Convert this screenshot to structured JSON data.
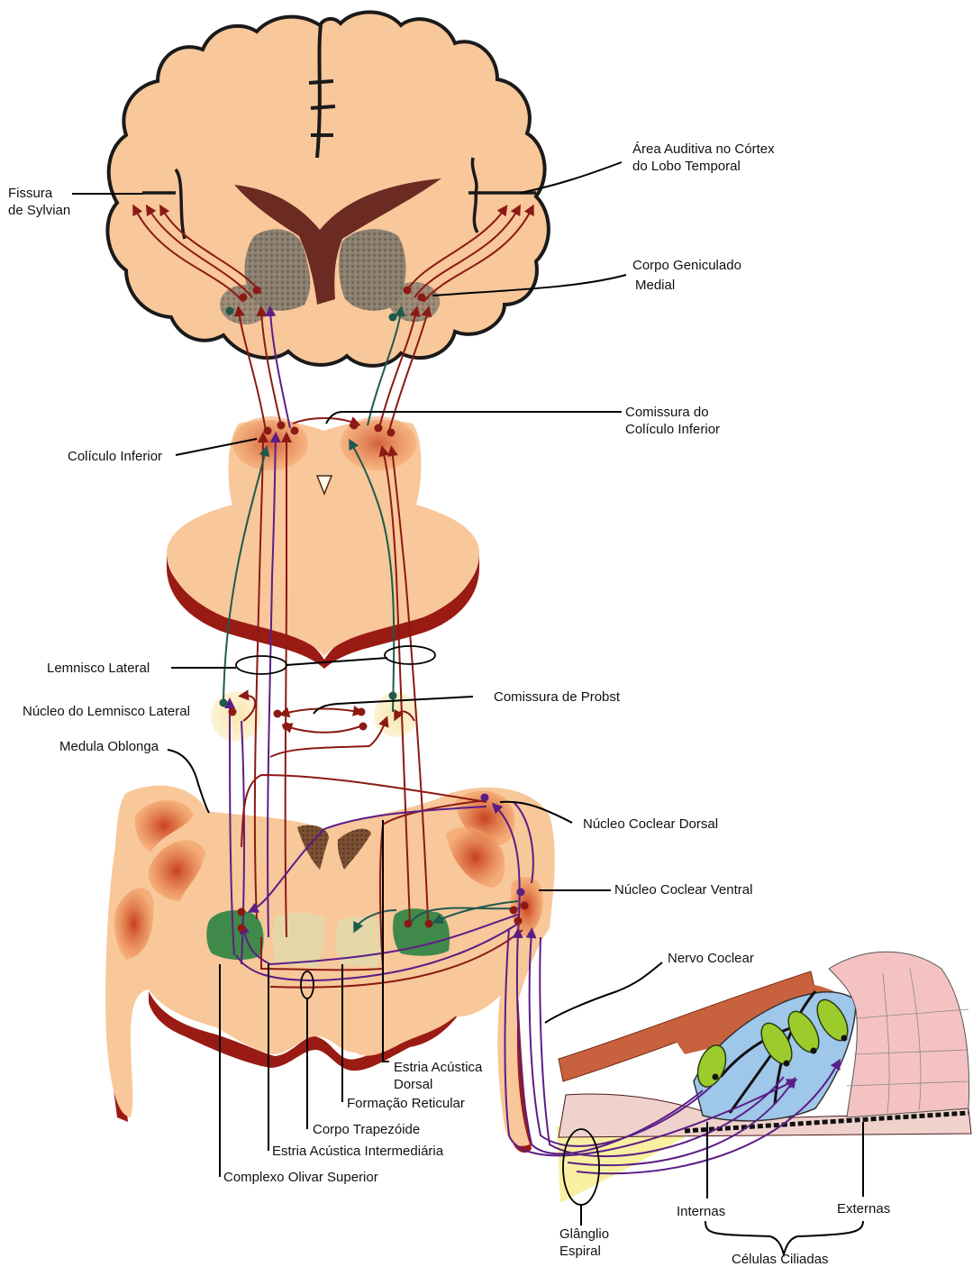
{
  "labels": {
    "area_auditiva": [
      "Área Auditiva no Córtex",
      "do Lobo Temporal"
    ],
    "fissura": [
      "Fissura",
      "de Sylvian"
    ],
    "corpo_geniculado": [
      "Corpo Geniculado",
      "Medial"
    ],
    "comissura_coliculo": [
      "Comissura do",
      "Colículo Inferior"
    ],
    "coliculo_inferior": "Colículo Inferior",
    "lemnisco_lateral": "Lemnisco Lateral",
    "nucleo_lemnisco": "Núcleo do Lemnisco Lateral",
    "comissura_probst": "Comissura de Probst",
    "medula_oblonga": "Medula Oblonga",
    "nucleo_coclear_dorsal": "Núcleo Coclear Dorsal",
    "nucleo_coclear_ventral": "Núcleo Coclear Ventral",
    "nervo_coclear": "Nervo Coclear",
    "estria_dorsal": [
      "Estria Acústica",
      "Dorsal"
    ],
    "formacao_reticular": "Formação Reticular",
    "corpo_trapezoide": "Corpo Trapezóide",
    "estria_intermediaria": "Estria Acústica Intermediária",
    "complexo_olivar": "Complexo Olivar Superior",
    "ganglio_espiral": [
      "Glânglio",
      "Espiral"
    ],
    "internas": "Internas",
    "externas": "Externas",
    "celulas_ciliadas": "Células Ciliadas"
  },
  "colors": {
    "tissue": "#f8c79a",
    "tissue_outline": "#1a1a1a",
    "rim": "#9a1b14",
    "ventricle": "#6b2a22",
    "pathway_red": "#8b1a14",
    "pathway_purple": "#5b1e86",
    "pathway_green": "#1e5a4e",
    "nucleus_orange": "#e8703a",
    "olive_green": "#3f8a4a",
    "hair_cell": "#9ccc2c",
    "membrane_blue": "#9fc7ea",
    "organ_pink": "#f4c2c2",
    "muscle_brown": "#c8623e",
    "ganglion_yellow": "#f8f0a0"
  }
}
